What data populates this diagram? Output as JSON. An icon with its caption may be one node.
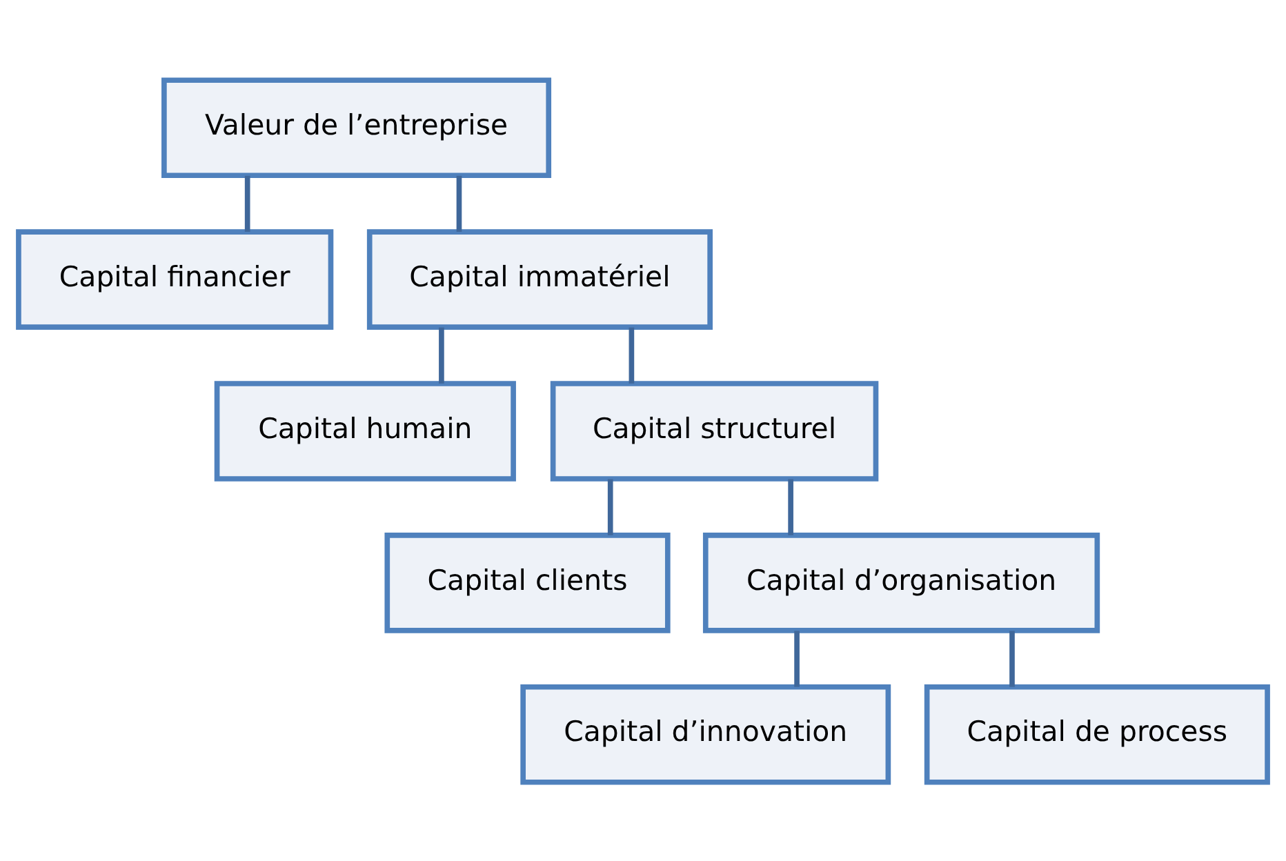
{
  "diagram": {
    "nodes": [
      {
        "text": [
          "Valeur de l’entreprise"
        ]
      },
      {
        "text": [
          "Capital financier"
        ]
      },
      {
        "text": [
          "Capital immatériel"
        ]
      },
      {
        "text": [
          "Capital humain"
        ]
      },
      {
        "text": [
          "Capital structurel"
        ]
      },
      {
        "text": [
          "Capital clients"
        ]
      },
      {
        "text": [
          "Capital d’organisation"
        ]
      },
      {
        "text": [
          "Capital d’innovation"
        ]
      },
      {
        "text": [
          "Capital de process"
        ]
      }
    ],
    "edges": [
      {
        "from": 0,
        "to": 1,
        "arrow": "none"
      },
      {
        "from": 0,
        "to": 2,
        "arrow": "none"
      },
      {
        "from": 2,
        "to": 3,
        "arrow": "none"
      },
      {
        "from": 2,
        "to": 4,
        "arrow": "none"
      },
      {
        "from": 4,
        "to": 5,
        "arrow": "none"
      },
      {
        "from": 4,
        "to": 6,
        "arrow": "none"
      },
      {
        "from": 6,
        "to": 7,
        "arrow": "none"
      },
      {
        "from": 6,
        "to": 8,
        "arrow": "none"
      }
    ]
  }
}
